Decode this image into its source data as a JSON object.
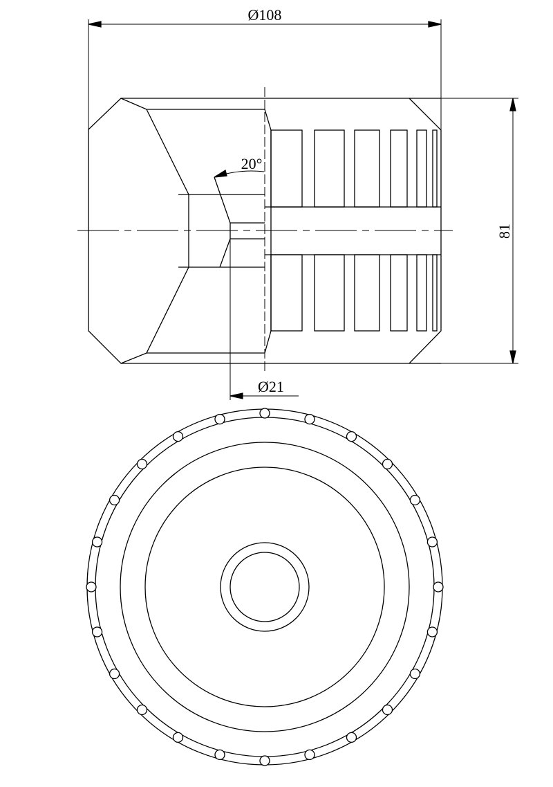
{
  "drawing": {
    "dimensions": {
      "outer_diameter": "Ø108",
      "height": "81",
      "bore_diameter": "Ø21",
      "angle": "20°"
    }
  },
  "colors": {
    "line": "#000000",
    "background": "#ffffff"
  }
}
